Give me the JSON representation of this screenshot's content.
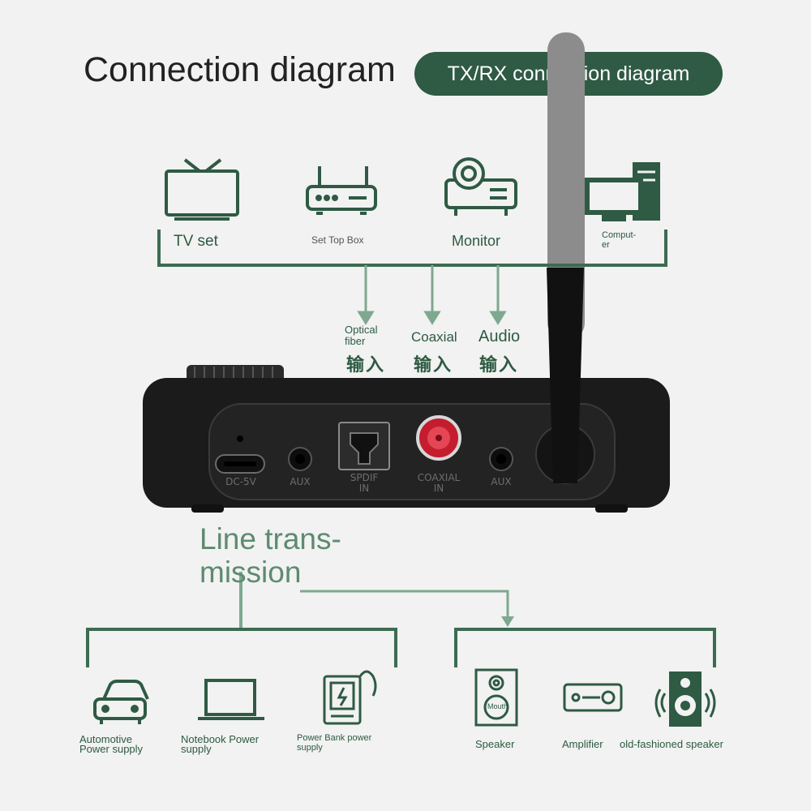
{
  "title": "Connection diagram",
  "badge": "TX/RX connection diagram",
  "sources": [
    {
      "label": "TV set",
      "icon": "tv-icon"
    },
    {
      "label": "Set Top Box",
      "icon": "router-icon"
    },
    {
      "label": "Monitor",
      "icon": "projector-icon"
    },
    {
      "label": "Comput-\ner",
      "icon": "desktop-computer-icon"
    }
  ],
  "inputs": [
    {
      "label": "Optical\nfiber",
      "cn": "输入"
    },
    {
      "label": "Coaxial",
      "cn": "输入"
    },
    {
      "label": "Audio",
      "cn": "输入"
    }
  ],
  "device_ports": [
    "DC-5V",
    "AUX",
    "SPDIF\nIN",
    "COAXIAL\nIN",
    "AUX"
  ],
  "line_transmission": "Line trans-\nmission",
  "power_group": [
    {
      "label": "Automotive\nPower supply",
      "icon": "car-icon"
    },
    {
      "label": "Notebook Power\nsupply",
      "icon": "laptop-icon"
    },
    {
      "label": "Power Bank power\nsupply",
      "icon": "power-bank-icon"
    }
  ],
  "output_group": [
    {
      "label": "Speaker",
      "icon": "speaker-icon",
      "icon_text": "Mouth"
    },
    {
      "label": "Amplifier",
      "icon": "amplifier-icon"
    },
    {
      "label": "old-fashioned speaker",
      "icon": "old-speaker-icon"
    }
  ],
  "colors": {
    "accent": "#2f5a44",
    "line": "#3d6b52",
    "arrow": "#7fa890",
    "device": "#1b1b1b"
  }
}
